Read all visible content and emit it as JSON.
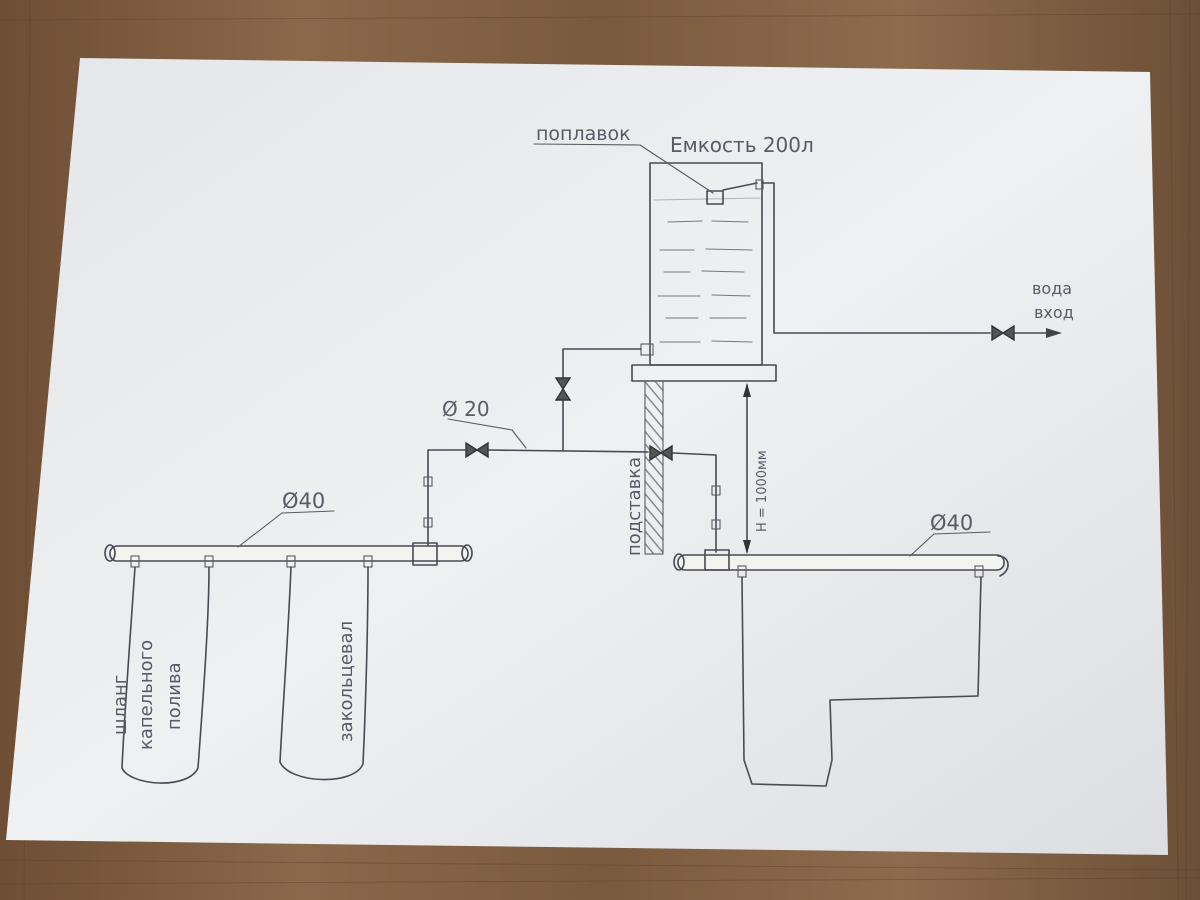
{
  "labels": {
    "float": "поплавок",
    "tank": "Емкость 200л",
    "water_in_line1": "вода",
    "water_in_line2": "вход",
    "d20": "Ø 20",
    "d40_left": "Ø40",
    "d40_right": "Ø40",
    "stand": "подставка",
    "height": "H = 1000мм",
    "drip_line1": "шланг",
    "drip_line2": "капельного",
    "drip_line3": "полива",
    "looped": "закольцевал"
  },
  "colors": {
    "table_wood": "#7a5a3f",
    "paper": "#eceef0",
    "pencil": "#4a4a52"
  },
  "icons": [
    "valve-icon",
    "float-icon",
    "arrow-icon",
    "pipe-cap-icon"
  ]
}
